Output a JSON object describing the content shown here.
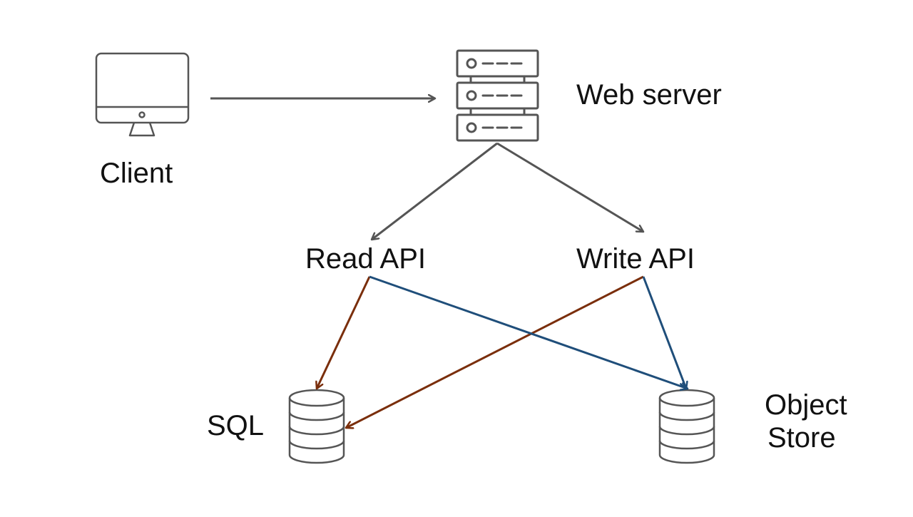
{
  "nodes": {
    "client": {
      "label": "Client",
      "icon": "monitor-icon"
    },
    "web_server": {
      "label": "Web server",
      "icon": "server-rack-icon"
    },
    "read_api": {
      "label": "Read API"
    },
    "write_api": {
      "label": "Write API"
    },
    "sql": {
      "label": "SQL",
      "icon": "database-icon"
    },
    "object_store": {
      "label_line1": "Object",
      "label_line2": "Store",
      "icon": "database-icon"
    }
  },
  "edges": [
    {
      "from": "client",
      "to": "web_server",
      "color": "#555555"
    },
    {
      "from": "web_server",
      "to": "read_api",
      "color": "#555555"
    },
    {
      "from": "web_server",
      "to": "write_api",
      "color": "#555555"
    },
    {
      "from": "read_api",
      "to": "sql",
      "color": "#7a2e0b"
    },
    {
      "from": "read_api",
      "to": "object_store",
      "color": "#1f4e7a"
    },
    {
      "from": "write_api",
      "to": "sql",
      "color": "#7a2e0b"
    },
    {
      "from": "write_api",
      "to": "object_store",
      "color": "#1f4e7a"
    }
  ],
  "colors": {
    "icon_stroke": "#555555",
    "sql_edge": "#7a2e0b",
    "object_store_edge": "#1f4e7a",
    "neutral_edge": "#555555"
  }
}
